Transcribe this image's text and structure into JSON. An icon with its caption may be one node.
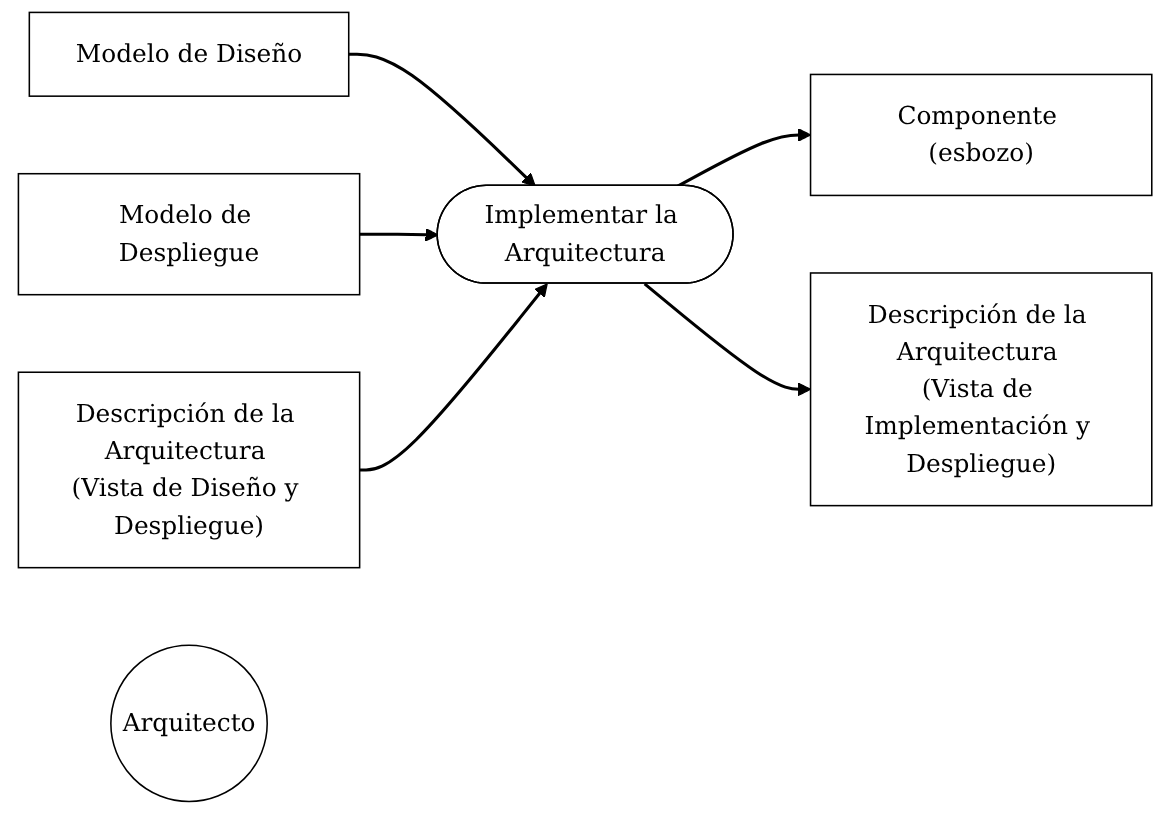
{
  "diagram": {
    "nodes": [
      {
        "text": [
          "Modelo de Diseño"
        ]
      },
      {
        "text": [
          "Modelo de Despliegue"
        ]
      },
      {
        "text": [
          "Descripción de la Arquitectura (Vista de Diseño y Despliegue)"
        ]
      },
      {
        "text": [
          "Arquitecto"
        ]
      },
      {
        "text": [
          "Implementar la Arquitectura"
        ]
      },
      {
        "text": [
          "Componente (esbozo)"
        ]
      },
      {
        "text": [
          "Descripción de la Arquitectura (Vista de Implementación y Despliegue)"
        ]
      }
    ],
    "edges": [
      {
        "from": 0,
        "to": 4,
        "arrow": "to"
      },
      {
        "from": 1,
        "to": 4,
        "arrow": "to"
      },
      {
        "from": 2,
        "to": 4,
        "arrow": "to"
      },
      {
        "from": 4,
        "to": 5,
        "arrow": "to"
      },
      {
        "from": 4,
        "to": 6,
        "arrow": "to"
      }
    ]
  }
}
